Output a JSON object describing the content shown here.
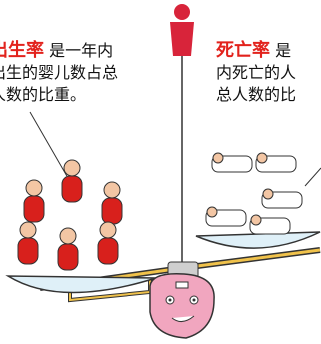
{
  "left_caption": {
    "term": "出生率",
    "line1_rest": " 是一年内",
    "line2": "出生的婴儿数占总",
    "line3": "人数的比重。"
  },
  "right_caption": {
    "term": "死亡率",
    "line1_rest": " 是",
    "line2": "内死亡的人",
    "line3": "总人数的比"
  },
  "colors": {
    "term": "#e2221c",
    "baby_suit": "#d8201c",
    "skin": "#f3c6a4",
    "figure": "#d8243a",
    "pan": "#dff0f8",
    "beam": "#f0c24b",
    "face": "#f1a6bf"
  }
}
